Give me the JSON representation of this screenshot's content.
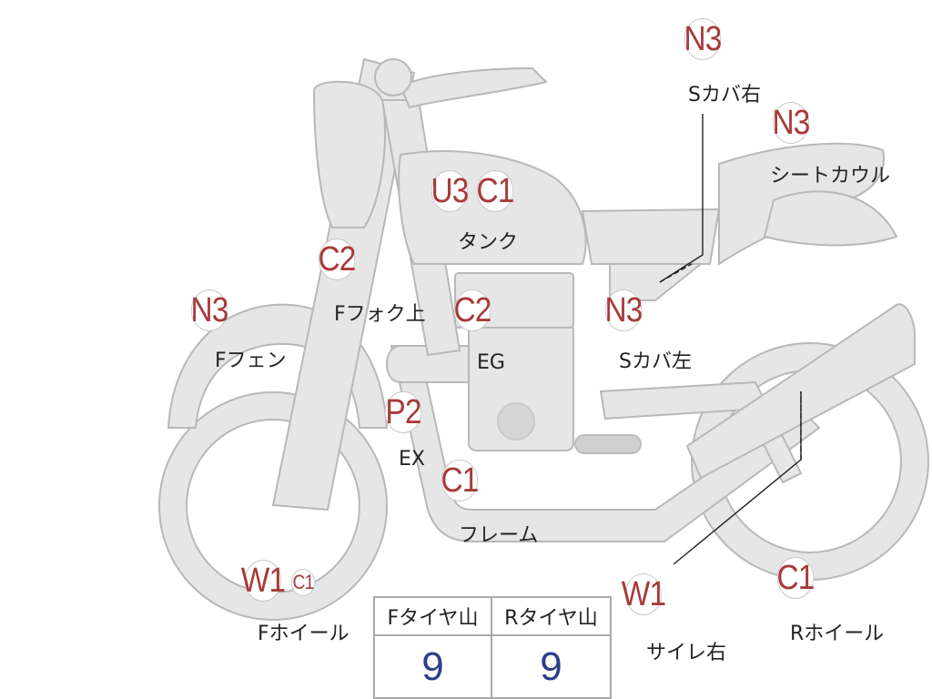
{
  "markers": [
    {
      "id": "sabaru-right-code",
      "text": "N3",
      "label": "Sカバ右"
    },
    {
      "id": "seat-cowl-code",
      "text": "N3",
      "label": "シートカウル"
    },
    {
      "id": "tank-code-1",
      "text": "U3"
    },
    {
      "id": "tank-code-2",
      "text": "C1",
      "label": "タンク"
    },
    {
      "id": "ffork-code",
      "text": "C2",
      "label": "Fフォク上"
    },
    {
      "id": "eg-code",
      "text": "C2",
      "label": "EG"
    },
    {
      "id": "scover-left-code",
      "text": "N3",
      "label": "Sカバ左"
    },
    {
      "id": "ffender-code",
      "text": "N3",
      "label": "Fフェン"
    },
    {
      "id": "ex-code",
      "text": "P2",
      "label": "EX"
    },
    {
      "id": "frame-code",
      "text": "C1",
      "label": "フレーム"
    },
    {
      "id": "fwheel-code-1",
      "text": "W1"
    },
    {
      "id": "fwheel-code-2",
      "text": "C1",
      "label": "Fホイール"
    },
    {
      "id": "silencer-code",
      "text": "W1",
      "label": "サイレ右"
    },
    {
      "id": "rwheel-code",
      "text": "C1",
      "label": "Rホイール"
    }
  ],
  "tire_table": {
    "headers": [
      "Fタイヤ山",
      "Rタイヤ山"
    ],
    "values": [
      "9",
      "9"
    ]
  }
}
